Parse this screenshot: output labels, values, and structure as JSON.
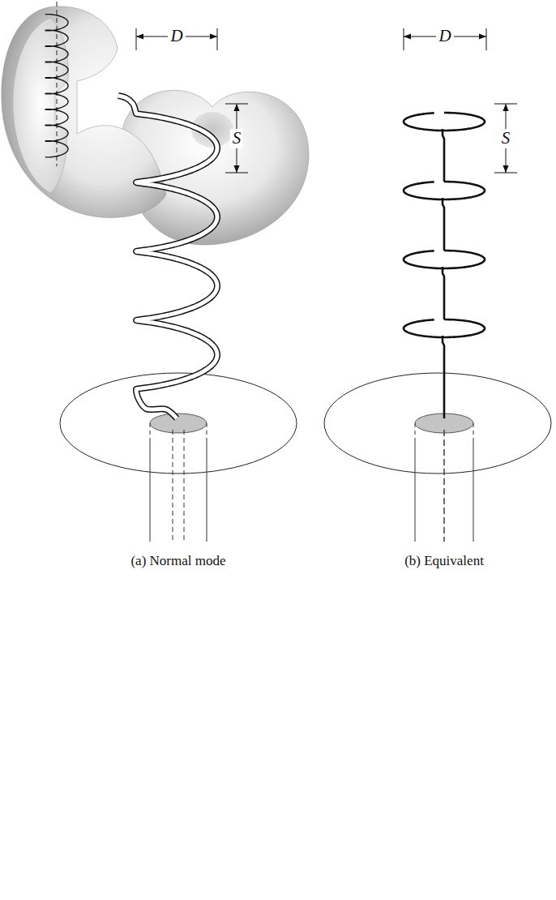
{
  "diagram": {
    "labels": [
      "D",
      "S",
      "D",
      "S",
      "(a) Normal mode",
      "(b) Equivalent"
    ]
  }
}
